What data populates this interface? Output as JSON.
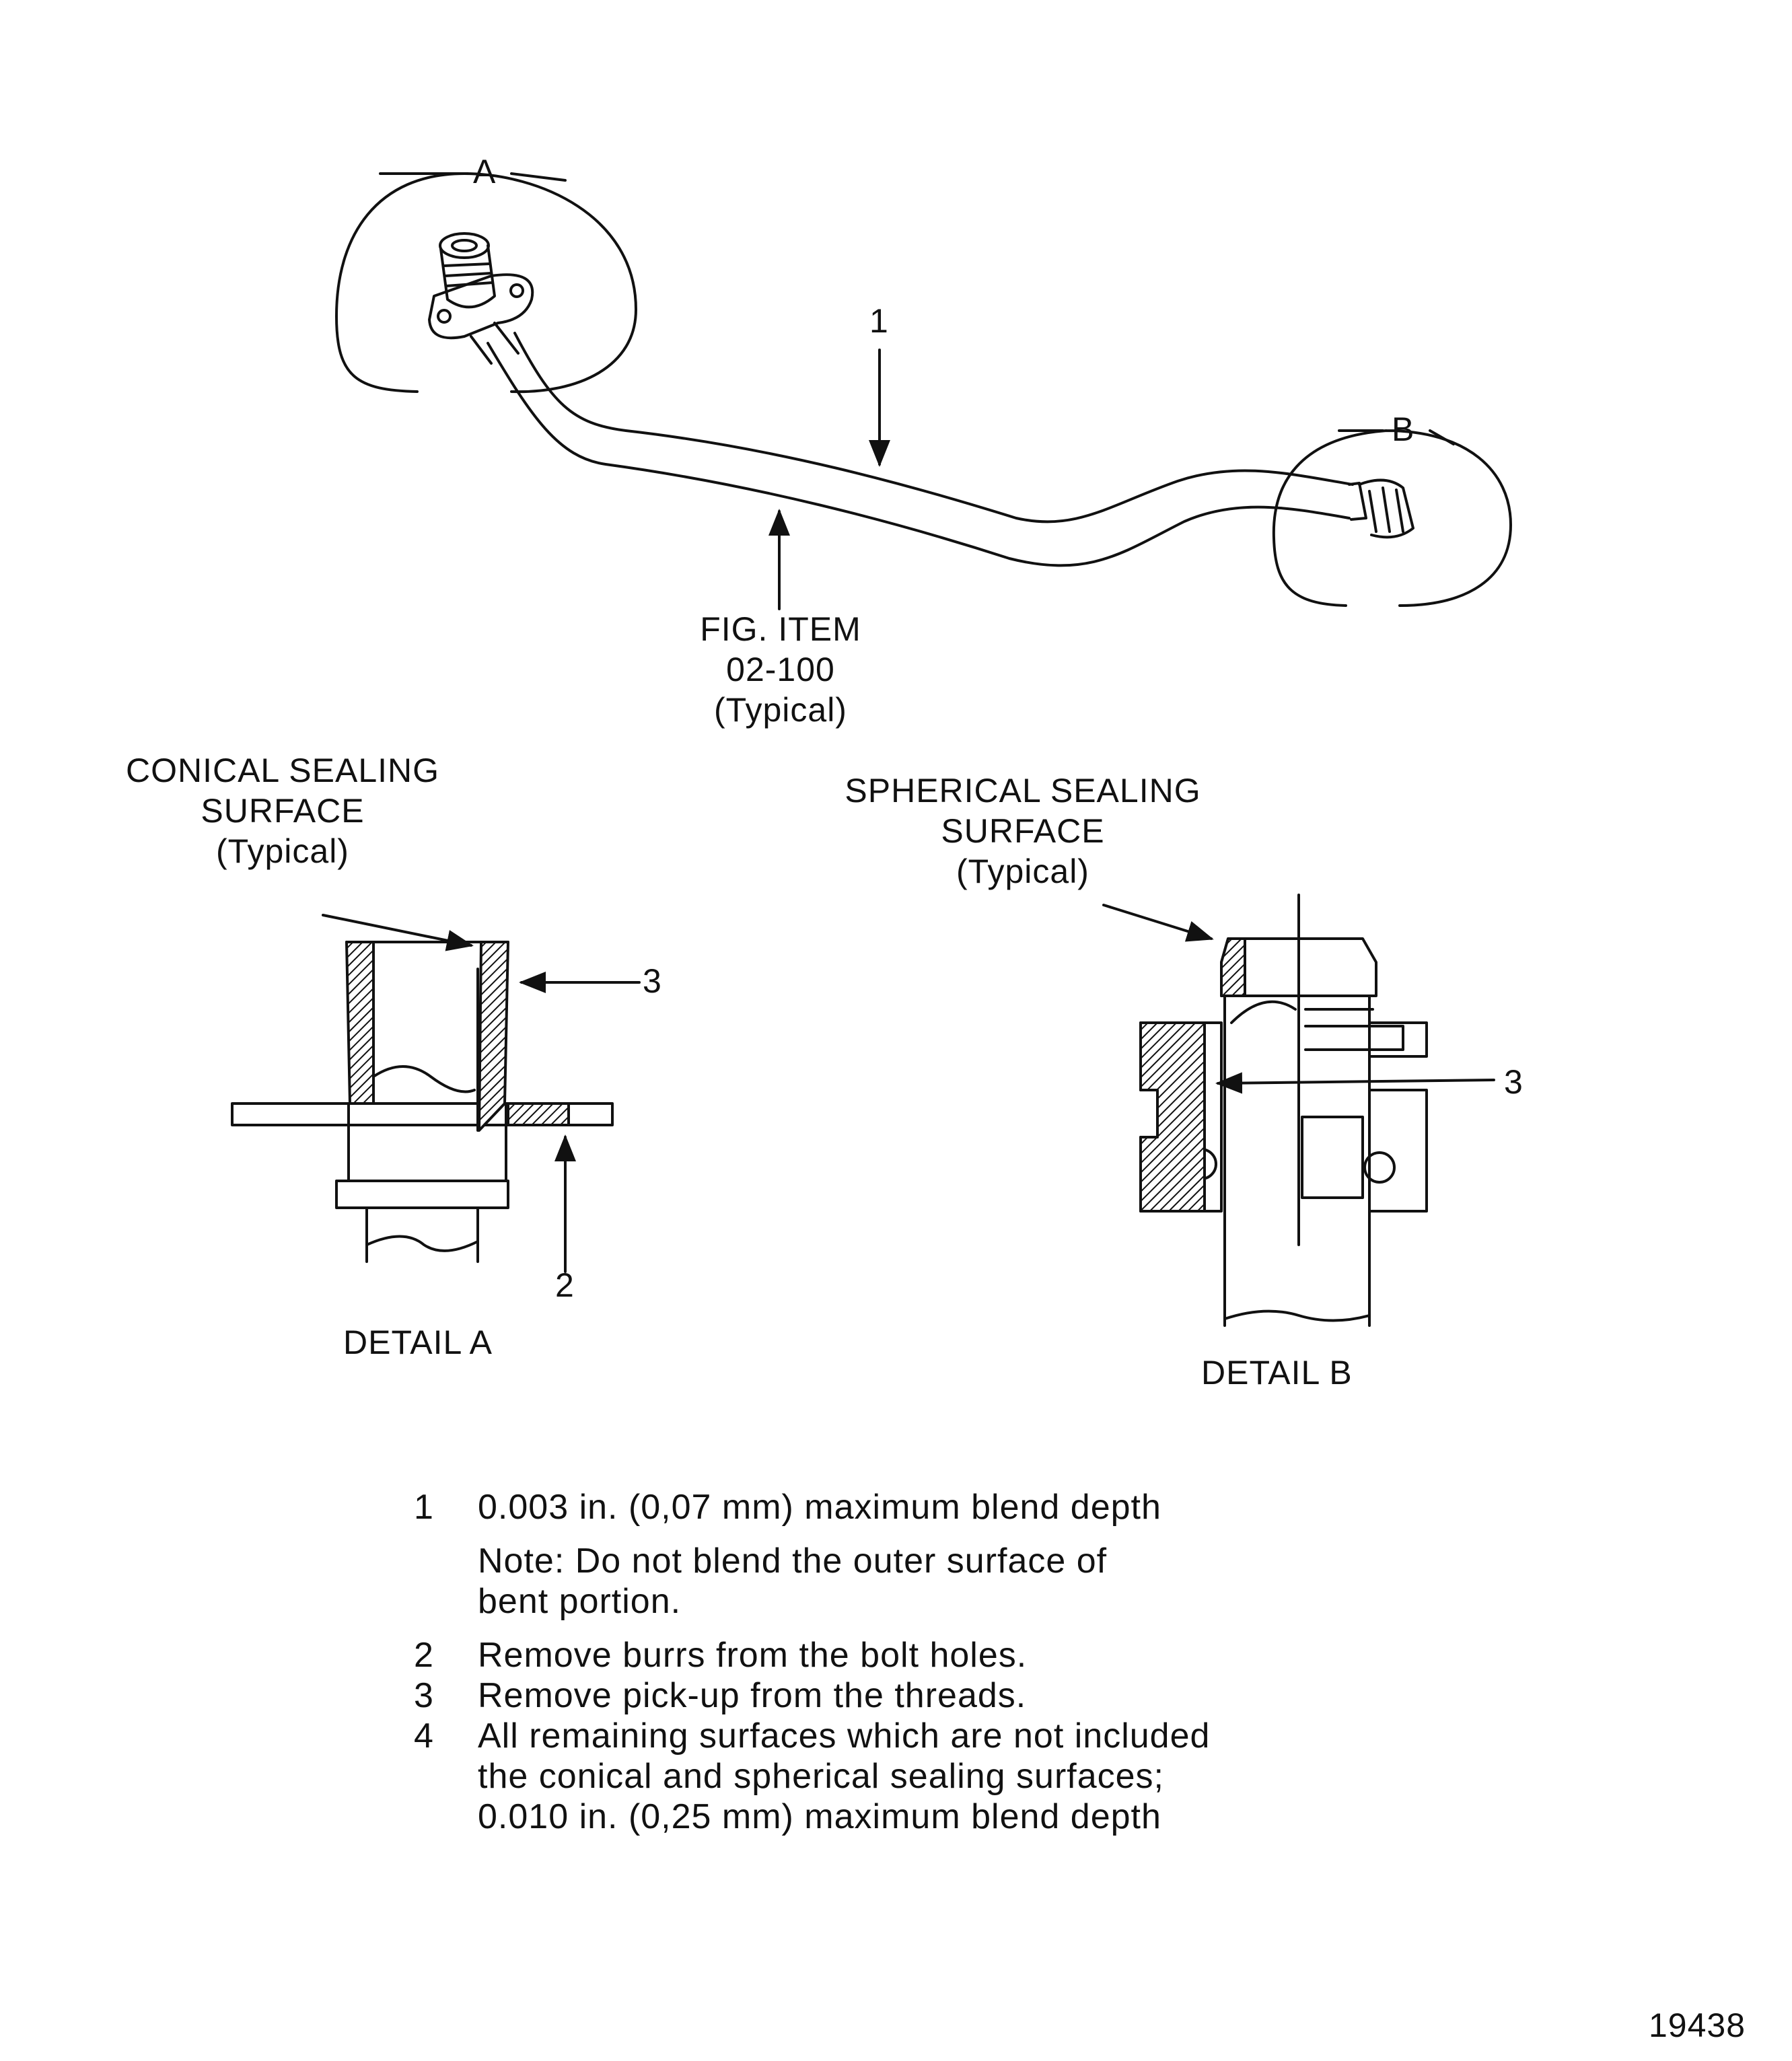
{
  "figure": {
    "detail_markers": {
      "a": "A",
      "b": "B"
    },
    "callouts": {
      "one": "1",
      "two": "2",
      "three_a": "3",
      "three_b": "3"
    },
    "fig_item": [
      "FIG. ITEM",
      "02-100",
      "(Typical)"
    ],
    "conical": [
      "CONICAL SEALING",
      "SURFACE",
      "(Typical)"
    ],
    "spherical": [
      "SPHERICAL SEALING",
      "SURFACE",
      "(Typical)"
    ],
    "detail_a_caption": "DETAIL  A",
    "detail_b_caption": "DETAIL  B"
  },
  "notes": [
    {
      "num": "1",
      "text": "0.003 in. (0,07 mm) maximum blend depth"
    },
    {
      "num": "",
      "text": "Note: Do not blend the outer surface of\n          bent portion."
    },
    {
      "num": "2",
      "text": "Remove burrs from the bolt holes."
    },
    {
      "num": "3",
      "text": "Remove pick-up from the threads."
    },
    {
      "num": "4",
      "text": "All remaining surfaces which are not included\nthe conical and spherical sealing surfaces;\n0.010 in. (0,25 mm) maximum blend depth"
    }
  ],
  "figure_number": "19438"
}
